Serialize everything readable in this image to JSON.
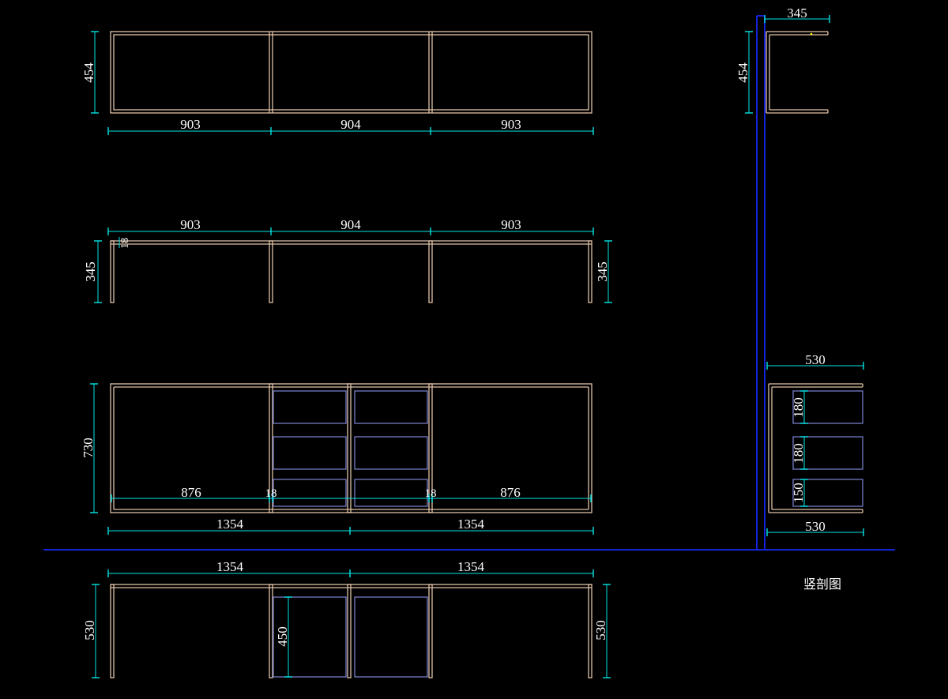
{
  "drawing": {
    "background": "#000000",
    "colors": {
      "frame": "#e2c3a8",
      "drawer": "#7f86d6",
      "dimension": "#00e6e6",
      "guide": "#1424d8",
      "text": "#ffffff"
    },
    "section_label": "竖剖图",
    "wall_cabinet_front": {
      "height": "454",
      "widths": [
        "903",
        "904",
        "903"
      ]
    },
    "wall_cabinet_plan": {
      "widths": [
        "903",
        "904",
        "903"
      ],
      "depth_left": "345",
      "depth_right": "345",
      "panel": "18"
    },
    "base_cabinet_front": {
      "height": "730",
      "inner_left": "876",
      "gap_left": "18",
      "gap_right": "18",
      "inner_right": "876",
      "widths": [
        "1354",
        "1354"
      ]
    },
    "base_cabinet_plan": {
      "widths": [
        "1354",
        "1354"
      ],
      "depth_left": "530",
      "depth_right": "530",
      "drawer_depth": "450"
    },
    "section_upper": {
      "depth": "345",
      "height": "454"
    },
    "section_lower": {
      "width_top": "530",
      "width_bottom": "530",
      "drawers": [
        "180",
        "180",
        "150"
      ]
    }
  }
}
